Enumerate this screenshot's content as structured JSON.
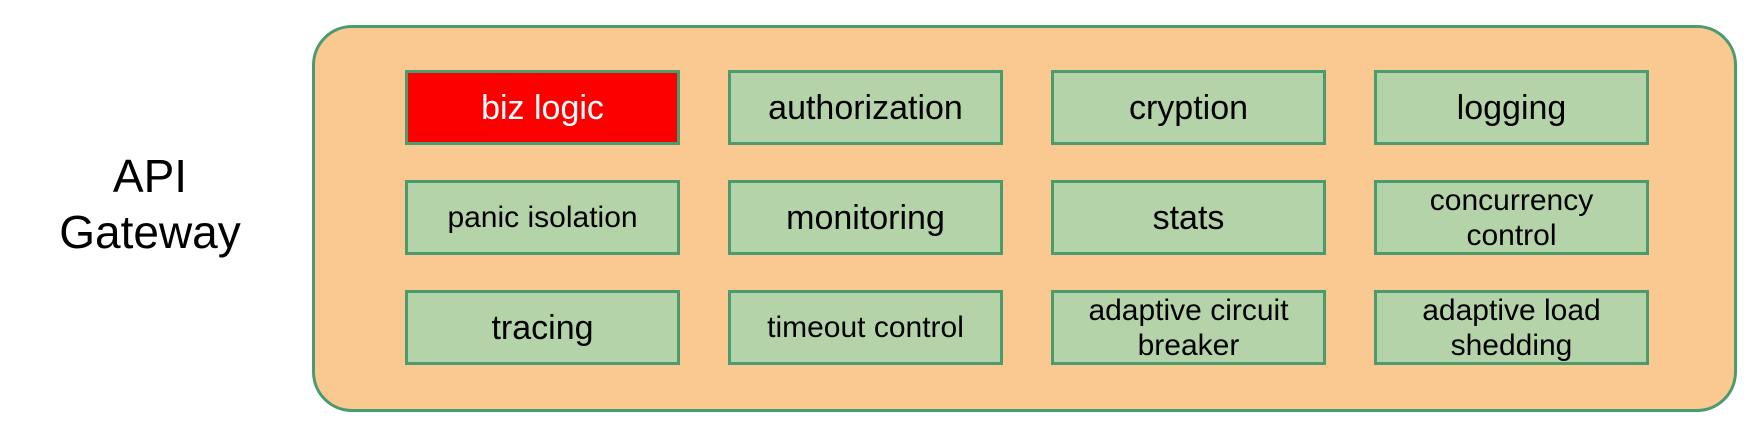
{
  "diagram": {
    "side_label": "API\nGateway",
    "container_name": "api-gateway-boundary",
    "colors": {
      "container_fill": "#fac991",
      "container_border": "#4a9b6e",
      "box_fill": "#b5d3a8",
      "box_border": "#4a9b6e",
      "highlight_fill": "#fc0000",
      "highlight_text": "#ffffff",
      "text": "#000000",
      "page_background": "#ffffff"
    },
    "capabilities": [
      {
        "label": "biz logic",
        "highlight": true,
        "size": "normal",
        "wrapped": false
      },
      {
        "label": "authorization",
        "highlight": false,
        "size": "normal",
        "wrapped": false
      },
      {
        "label": "cryption",
        "highlight": false,
        "size": "normal",
        "wrapped": false
      },
      {
        "label": "logging",
        "highlight": false,
        "size": "normal",
        "wrapped": false
      },
      {
        "label": "panic isolation",
        "highlight": false,
        "size": "small",
        "wrapped": false
      },
      {
        "label": "monitoring",
        "highlight": false,
        "size": "normal",
        "wrapped": false
      },
      {
        "label": "stats",
        "highlight": false,
        "size": "normal",
        "wrapped": false
      },
      {
        "label": "concurrency\ncontrol",
        "highlight": false,
        "size": "wrapped",
        "wrapped": true
      },
      {
        "label": "tracing",
        "highlight": false,
        "size": "normal",
        "wrapped": false
      },
      {
        "label": "timeout control",
        "highlight": false,
        "size": "small",
        "wrapped": false
      },
      {
        "label": "adaptive circuit\nbreaker",
        "highlight": false,
        "size": "wrapped",
        "wrapped": true
      },
      {
        "label": "adaptive load\nshedding",
        "highlight": false,
        "size": "wrapped",
        "wrapped": true
      }
    ]
  }
}
